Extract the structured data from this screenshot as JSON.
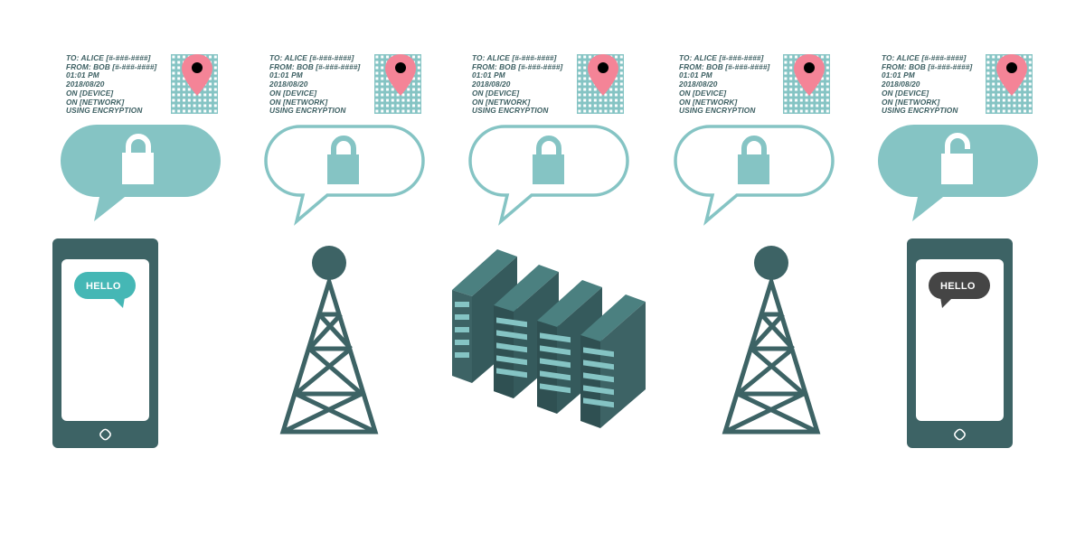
{
  "colors": {
    "teal_light": "#85c4c4",
    "teal_dark": "#3d6365",
    "teal_bright": "#45b7b5",
    "pin_pink": "#f48497",
    "text_dark": "#3c5f62",
    "bubble_dark": "#454545"
  },
  "stations": [
    {
      "label_to": "TO: ALICE [#-###-####]",
      "label_from": "FROM: BOB [#-###-####]",
      "time": "01:01 PM",
      "date": "2018/08/20",
      "device": "ON [DEVICE]",
      "network": "ON [NETWORK]",
      "encryption": "USING ENCRYPTION",
      "bubble_style": "filled",
      "lock_state": "locked",
      "node": "phone"
    },
    {
      "label_to": "TO: ALICE [#-###-####]",
      "label_from": "FROM: BOB [#-###-####]",
      "time": "01:01 PM",
      "date": "2018/08/20",
      "device": "ON [DEVICE]",
      "network": "ON [NETWORK]",
      "encryption": "USING ENCRYPTION",
      "bubble_style": "outline",
      "lock_state": "locked",
      "node": "tower"
    },
    {
      "label_to": "TO: ALICE [#-###-####]",
      "label_from": "FROM: BOB [#-###-####]",
      "time": "01:01 PM",
      "date": "2018/08/20",
      "device": "ON [DEVICE]",
      "network": "ON [NETWORK]",
      "encryption": "USING ENCRYPTION",
      "bubble_style": "outline",
      "lock_state": "locked",
      "node": "servers"
    },
    {
      "label_to": "TO: ALICE [#-###-####]",
      "label_from": "FROM: BOB [#-###-####]",
      "time": "01:01 PM",
      "date": "2018/08/20",
      "device": "ON [DEVICE]",
      "network": "ON [NETWORK]",
      "encryption": "USING ENCRYPTION",
      "bubble_style": "outline",
      "lock_state": "locked",
      "node": "tower"
    },
    {
      "label_to": "TO: ALICE [#-###-####]",
      "label_from": "FROM: BOB [#-###-####]",
      "time": "01:01 PM",
      "date": "2018/08/20",
      "device": "ON [DEVICE]",
      "network": "ON [NETWORK]",
      "encryption": "USING ENCRYPTION",
      "bubble_style": "filled",
      "lock_state": "unlocked",
      "node": "phone"
    }
  ],
  "sender_phone": {
    "message": "HELLO"
  },
  "receiver_phone": {
    "message": "HELLO"
  }
}
